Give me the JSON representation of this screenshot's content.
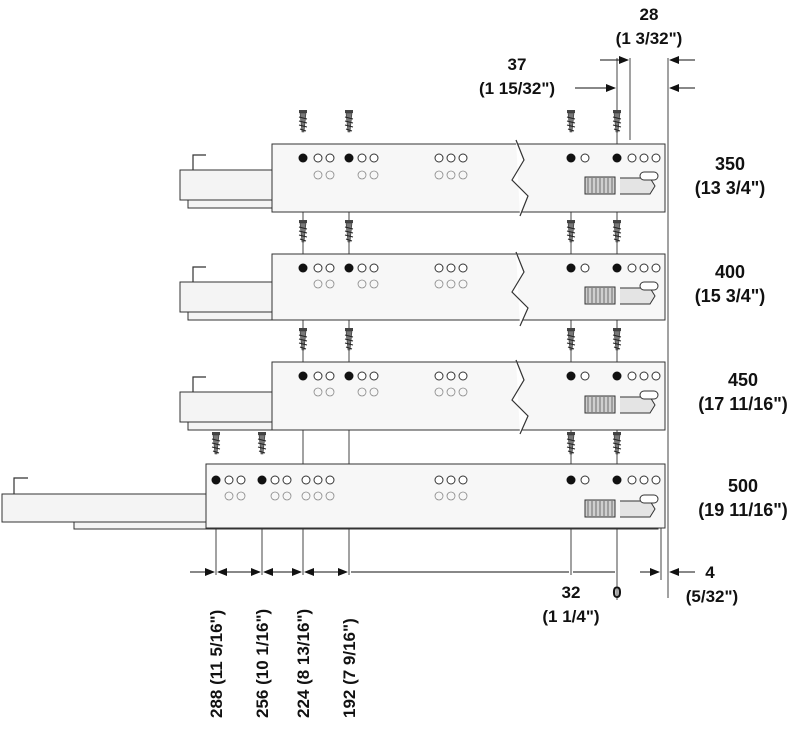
{
  "top_dims": {
    "d28": {
      "mm": "28",
      "in": "(1 3/32\")"
    },
    "d37": {
      "mm": "37",
      "in": "(1 15/32\")"
    }
  },
  "runners": [
    {
      "mm": "350",
      "in": "(13 3/4\")"
    },
    {
      "mm": "400",
      "in": "(15 3/4\")"
    },
    {
      "mm": "450",
      "in": "(17 11/16\")"
    },
    {
      "mm": "500",
      "in": "(19 11/16\")"
    }
  ],
  "bottom_dims": {
    "d32": {
      "mm": "32",
      "in": "(1 1/4\")"
    },
    "d0": {
      "mm": "0"
    },
    "d4": {
      "mm": "4",
      "in": "(5/32\")"
    }
  },
  "vertical_dims": [
    "288 (11 5/16\")",
    "256 (10 1/16\")",
    "224 (8 13/16\")",
    "192 (7 9/16\")"
  ]
}
